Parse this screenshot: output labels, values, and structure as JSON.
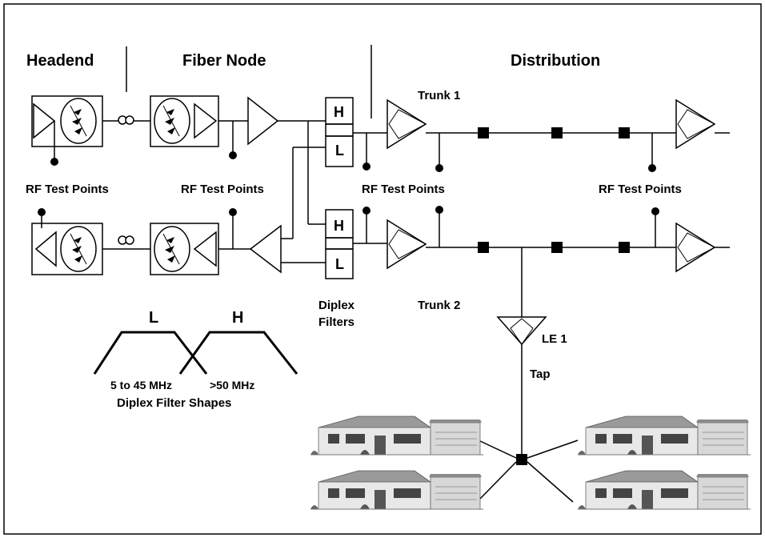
{
  "sections": {
    "headend": "Headend",
    "fiber_node": "Fiber Node",
    "distribution": "Distribution"
  },
  "labels": {
    "trunk1": "Trunk 1",
    "trunk2": "Trunk 2",
    "rf_test_points": "RF Test Points",
    "diplex_filters_line1": "Diplex",
    "diplex_filters_line2": "Filters",
    "le1": "LE 1",
    "tap": "Tap"
  },
  "diplex": {
    "high": "H",
    "low": "L"
  },
  "filter_shapes": {
    "low_label": "L",
    "high_label": "H",
    "low_band": "5 to 45 MHz",
    "high_band": ">50 MHz",
    "caption": "Diplex Filter Shapes"
  },
  "colors": {
    "line": "#000000",
    "house_wall": "#e6e6e6",
    "house_roof": "#8c8c8c",
    "house_dark": "#4a4a4a"
  }
}
